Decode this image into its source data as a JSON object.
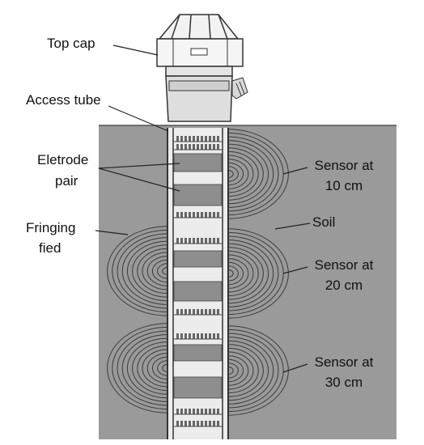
{
  "labels": {
    "top_cap": "Top cap",
    "access_tube": "Access tube",
    "electrode_line1": "Eletrode",
    "electrode_line2": "pair",
    "fringing_line1": "Fringing",
    "fringing_line2": "fied",
    "soil": "Soil",
    "sensor1_line1": "Sensor at",
    "sensor1_line2": "10 cm",
    "sensor2_line1": "Sensor at",
    "sensor2_line2": "20 cm",
    "sensor3_line1": "Sensor at",
    "sensor3_line2": "30 cm"
  },
  "colors": {
    "soil": "#9a9a9a",
    "tube": "#e9e9e9",
    "electrode": "#8e8e8e",
    "field_line": "#3a3a3a",
    "outline": "#333333"
  }
}
